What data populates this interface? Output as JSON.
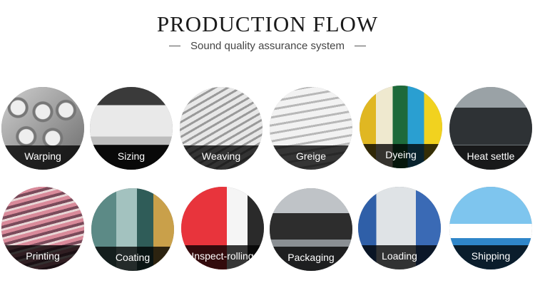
{
  "header": {
    "title": "PRODUCTION FLOW",
    "subtitle": "Sound quality assurance system"
  },
  "steps": [
    {
      "label": "Warping",
      "image": "warping-photo"
    },
    {
      "label": "Sizing",
      "image": "sizing-photo"
    },
    {
      "label": "Weaving",
      "image": "weaving-photo"
    },
    {
      "label": "Greige",
      "image": "greige-photo"
    },
    {
      "label": "Dyeing",
      "image": "dyeing-photo"
    },
    {
      "label": "Heat settle",
      "image": "heat-settle-photo"
    },
    {
      "label": "Printing",
      "image": "printing-photo"
    },
    {
      "label": "Coating",
      "image": "coating-photo"
    },
    {
      "label": "Inspect-rolling",
      "image": "inspect-rolling-photo"
    },
    {
      "label": "Packaging",
      "image": "packaging-photo"
    },
    {
      "label": "Loading",
      "image": "loading-photo"
    },
    {
      "label": "Shipping",
      "image": "shipping-photo"
    }
  ]
}
